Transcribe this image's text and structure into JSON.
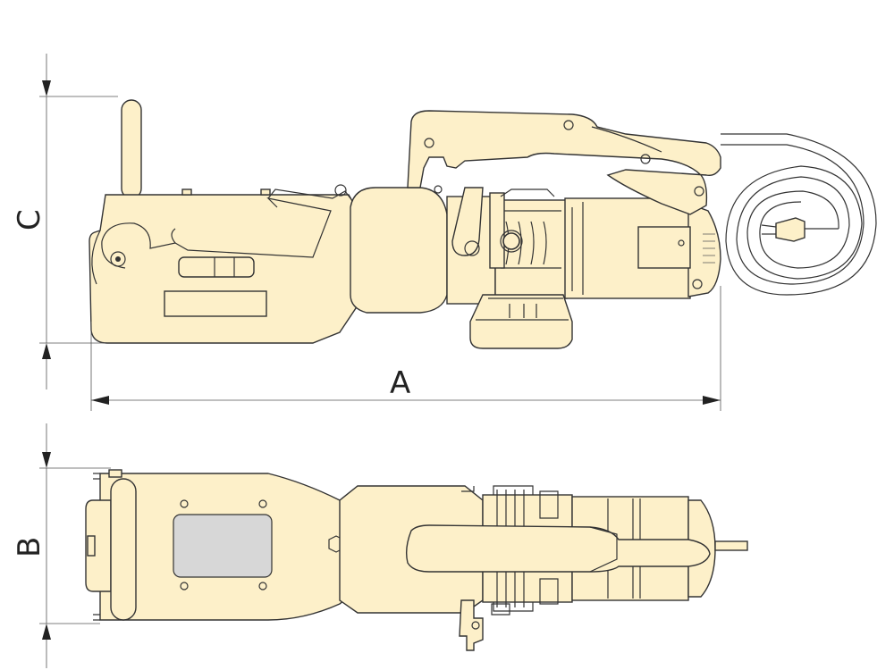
{
  "labels": {
    "a": "A",
    "b": "B",
    "c": "C"
  },
  "colors": {
    "body_fill": "#fdf0c9",
    "outline": "#333333",
    "window_fill": "#d7d7d7"
  }
}
